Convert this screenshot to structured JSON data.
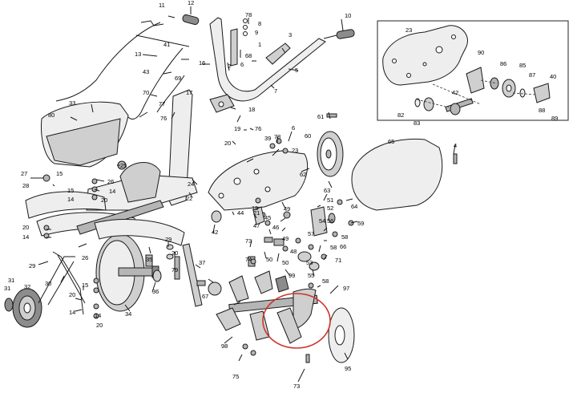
{
  "diagram": {
    "highlight_color": "#d0342c",
    "callouts": {
      "c1": "1",
      "c2": "2",
      "c3": "3",
      "c4": "4",
      "c5": "5",
      "c6": "6",
      "c7": "7",
      "c8": "8",
      "c9": "9",
      "c10": "10",
      "c11": "11",
      "c12": "12",
      "c13": "13",
      "c14": "14",
      "c15": "15",
      "c16": "16",
      "c17": "17",
      "c18": "18",
      "c19": "19",
      "c20": "20",
      "c21": "21",
      "c22": "22",
      "c23": "23",
      "c24": "24",
      "c25": "25",
      "c26": "26",
      "c27": "27",
      "c28": "28",
      "c29": "29",
      "c30": "30",
      "c31": "31",
      "c32": "32",
      "c33": "33",
      "c34": "34",
      "c35": "35",
      "c36": "36",
      "c37": "37",
      "c39": "39",
      "c40": "40",
      "c41": "41",
      "c42": "42",
      "c43": "43",
      "c44": "44",
      "c45": "45",
      "c46": "46",
      "c47": "47",
      "c48": "48",
      "c49": "49",
      "c50": "50",
      "c51": "51",
      "c52": "52",
      "c53": "53",
      "c54": "54",
      "c55": "55",
      "c56": "56",
      "c57": "57",
      "c58": "58",
      "c59": "59",
      "c60": "60",
      "c61": "61",
      "c62": "62",
      "c63": "63",
      "c64": "64",
      "c65": "65",
      "c66": "66",
      "c67": "67",
      "c68": "68",
      "c69": "69",
      "c70": "70",
      "c71": "71",
      "c73": "73",
      "c74": "74",
      "c75": "75",
      "c76": "76",
      "c77": "77",
      "c78": "78",
      "c79": "79",
      "c80": "80",
      "c82": "82",
      "c83": "83",
      "c85": "85",
      "c86": "86",
      "c87": "87",
      "c88": "88",
      "c89": "89",
      "c90": "90",
      "c95": "95",
      "c97": "97",
      "c98": "98",
      "c99": "99"
    }
  }
}
